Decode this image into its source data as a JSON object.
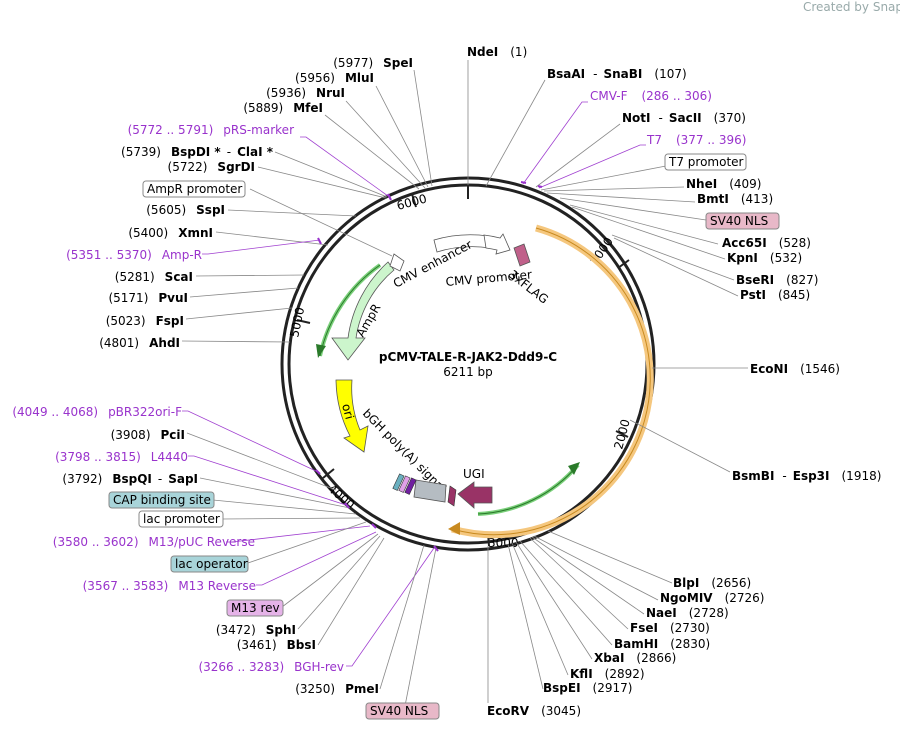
{
  "watermark": "Created by SnapGene",
  "plasmid": {
    "name": "pCMV-TALE-R-JAK2-Ddd9-C",
    "length": "6211 bp"
  },
  "ticks": [
    "1000",
    "2000",
    "3000",
    "4000",
    "5000",
    "6000"
  ],
  "features": {
    "cmv_enhancer": "CMV enhancer",
    "cmv_promoter": "CMV promoter",
    "flag": "3xFLAG",
    "ampr": "AmpR",
    "ori": "ori",
    "bgh": "bGH poly(A) signal",
    "ugi": "UGI"
  },
  "sites_right": [
    {
      "name": "NdeI",
      "pos": "(1)"
    },
    {
      "name": "BsaAI",
      "sep": "-",
      "name2": "SnaBI",
      "pos": "(107)"
    },
    {
      "primer": "CMV-F",
      "range": "(286 .. 306)"
    },
    {
      "name": "NotI",
      "sep": "-",
      "name2": "SacII",
      "pos": "(370)"
    },
    {
      "primer": "T7",
      "range": "(377 .. 396)"
    },
    {
      "boxed": "T7 promoter"
    },
    {
      "name": "NheI",
      "pos": "(409)"
    },
    {
      "name": "BmtI",
      "pos": "(413)"
    },
    {
      "boxed": "SV40 NLS"
    },
    {
      "name": "Acc65I",
      "pos": "(528)"
    },
    {
      "name": "KpnI",
      "pos": "(532)"
    },
    {
      "name": "BseRI",
      "pos": "(827)"
    },
    {
      "name": "PstI",
      "pos": "(845)"
    },
    {
      "name": "EcoNI",
      "pos": "(1546)"
    },
    {
      "name": "BsmBI",
      "sep": "-",
      "name2": "Esp3I",
      "pos": "(1918)"
    },
    {
      "name": "BlpI",
      "pos": "(2656)"
    },
    {
      "name": "NgoMIV",
      "pos": "(2726)"
    },
    {
      "name": "NaeI",
      "pos": "(2728)"
    },
    {
      "name": "FseI",
      "pos": "(2730)"
    },
    {
      "name": "BamHI",
      "pos": "(2830)"
    },
    {
      "name": "XbaI",
      "pos": "(2866)"
    },
    {
      "name": "KflI",
      "pos": "(2892)"
    },
    {
      "name": "BspEI",
      "pos": "(2917)"
    },
    {
      "name": "EcoRV",
      "pos": "(3045)"
    }
  ],
  "sites_left": [
    {
      "pos": "(5977)",
      "name": "SpeI"
    },
    {
      "pos": "(5956)",
      "name": "MluI"
    },
    {
      "pos": "(5936)",
      "name": "NruI"
    },
    {
      "pos": "(5889)",
      "name": "MfeI"
    },
    {
      "range": "(5772 .. 5791)",
      "primer": "pRS-marker"
    },
    {
      "pos": "(5739)",
      "name": "BspDI *",
      "sep": "-",
      "name2": "ClaI *"
    },
    {
      "pos": "(5722)",
      "name": "SgrDI"
    },
    {
      "boxed": "AmpR promoter"
    },
    {
      "pos": "(5605)",
      "name": "SspI"
    },
    {
      "pos": "(5400)",
      "name": "XmnI"
    },
    {
      "range": "(5351 .. 5370)",
      "primer": "Amp-R"
    },
    {
      "pos": "(5281)",
      "name": "ScaI"
    },
    {
      "pos": "(5171)",
      "name": "PvuI"
    },
    {
      "pos": "(5023)",
      "name": "FspI"
    },
    {
      "pos": "(4801)",
      "name": "AhdI"
    },
    {
      "range": "(4049 .. 4068)",
      "primer": "pBR322ori-F"
    },
    {
      "pos": "(3908)",
      "name": "PciI"
    },
    {
      "range": "(3798 .. 3815)",
      "primer": "L4440"
    },
    {
      "pos": "(3792)",
      "name": "BspQI",
      "sep": "-",
      "name2": "SapI"
    },
    {
      "boxed": "CAP binding site"
    },
    {
      "boxed": "lac promoter"
    },
    {
      "range": "(3580 .. 3602)",
      "primer": "M13/pUC Reverse"
    },
    {
      "boxed": "lac operator"
    },
    {
      "range": "(3567 .. 3583)",
      "primer": "M13 Reverse"
    },
    {
      "boxed": "M13 rev"
    },
    {
      "pos": "(3472)",
      "name": "SphI"
    },
    {
      "pos": "(3461)",
      "name": "BbsI"
    },
    {
      "range": "(3266 .. 3283)",
      "primer": "BGH-rev"
    },
    {
      "pos": "(3250)",
      "name": "PmeI"
    },
    {
      "boxed": "SV40 NLS"
    }
  ],
  "colors": {
    "primer": "#9933cc",
    "orange_feature": "#f5c77e",
    "ampr_fill": "#ccf5cc",
    "ori_fill": "#ffff00",
    "ugi_fill": "#993366",
    "cap_box": "#a8d4d9",
    "m13_box": "#e5b3e8",
    "sv40_box": "#e8b8c8"
  }
}
